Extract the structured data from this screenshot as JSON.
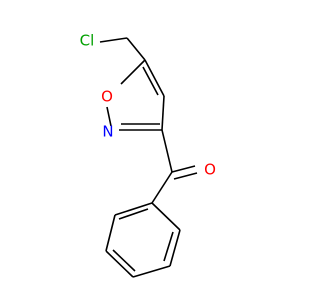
{
  "molecule": {
    "atoms": {
      "cl": {
        "symbol": "Cl",
        "color": "#00a000"
      },
      "o_ring": {
        "symbol": "O",
        "color": "#ff0000"
      },
      "n_ring": {
        "symbol": "N",
        "color": "#0000ff"
      },
      "o_carbonyl": {
        "symbol": "O",
        "color": "#ff0000"
      }
    },
    "bond_color": "#000000"
  }
}
